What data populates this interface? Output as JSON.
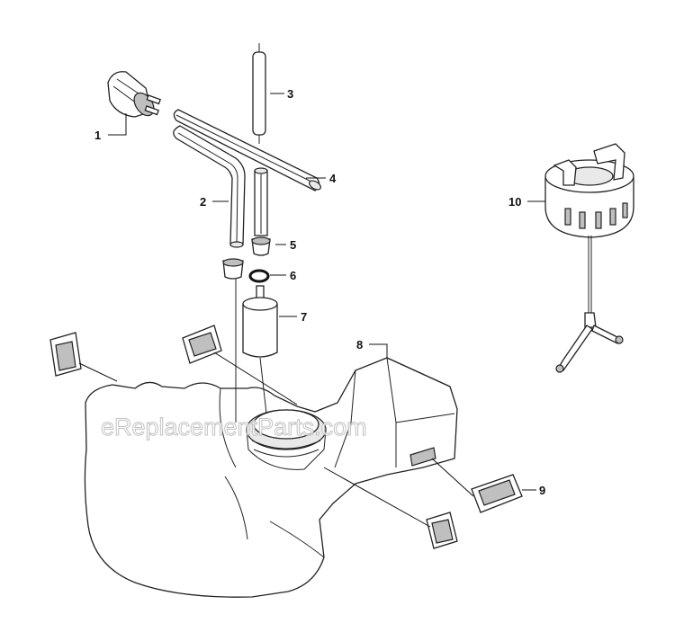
{
  "watermark": "eReplacementParts.com",
  "callouts": [
    {
      "id": "1",
      "label": "1"
    },
    {
      "id": "2",
      "label": "2"
    },
    {
      "id": "3",
      "label": "3"
    },
    {
      "id": "4",
      "label": "4"
    },
    {
      "id": "5",
      "label": "5"
    },
    {
      "id": "6",
      "label": "6"
    },
    {
      "id": "7",
      "label": "7"
    },
    {
      "id": "8",
      "label": "8"
    },
    {
      "id": "9",
      "label": "9"
    },
    {
      "id": "10",
      "label": "10"
    }
  ]
}
